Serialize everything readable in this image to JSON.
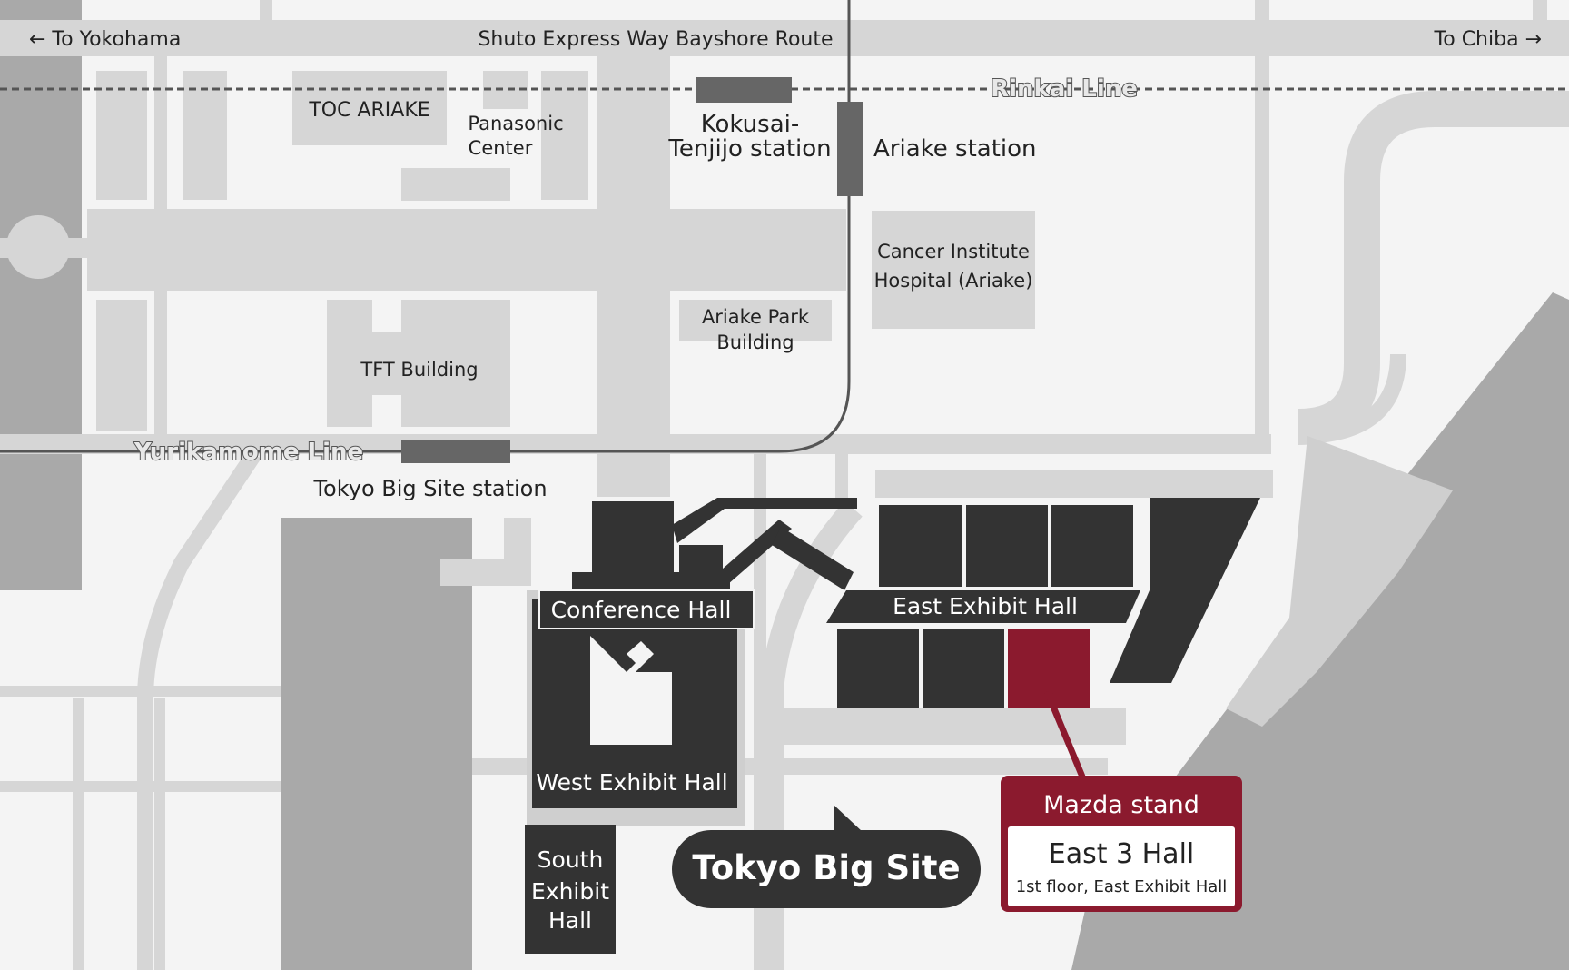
{
  "roads": {
    "expressway": "Shuto Express Way Bayshore Route",
    "to_left": "← To Yokohama",
    "to_right": "To Chiba →"
  },
  "rail": {
    "rinkai": "Rinkai Line",
    "yurikamome": "Yurikamome Line"
  },
  "stations": {
    "kokusai_1": "Kokusai-",
    "kokusai_2": "Tenjijo station",
    "ariake": "Ariake station",
    "bigsite": "Tokyo Big Site station"
  },
  "buildings": {
    "toc": "TOC ARIAKE",
    "panasonic_1": "Panasonic",
    "panasonic_2": "Center",
    "cancer_1": "Cancer Institute",
    "cancer_2": "Hospital (Ariake)",
    "park_1": "Ariake Park",
    "park_2": "Building",
    "tft": "TFT Building"
  },
  "halls": {
    "conference": "Conference Hall",
    "east": "East Exhibit Hall",
    "west": "West Exhibit Hall",
    "south_1": "South",
    "south_2": "Exhibit",
    "south_3": "Hall"
  },
  "venue": "Tokyo Big Site",
  "callout": {
    "header": "Mazda stand",
    "hall": "East 3 Hall",
    "detail": "1st floor, East Exhibit Hall"
  },
  "colors": {
    "background": "#f4f4f4",
    "road": "#d6d6d6",
    "water": "#a9a9a9",
    "hall": "#333333",
    "highlight": "#8b1a2e"
  }
}
